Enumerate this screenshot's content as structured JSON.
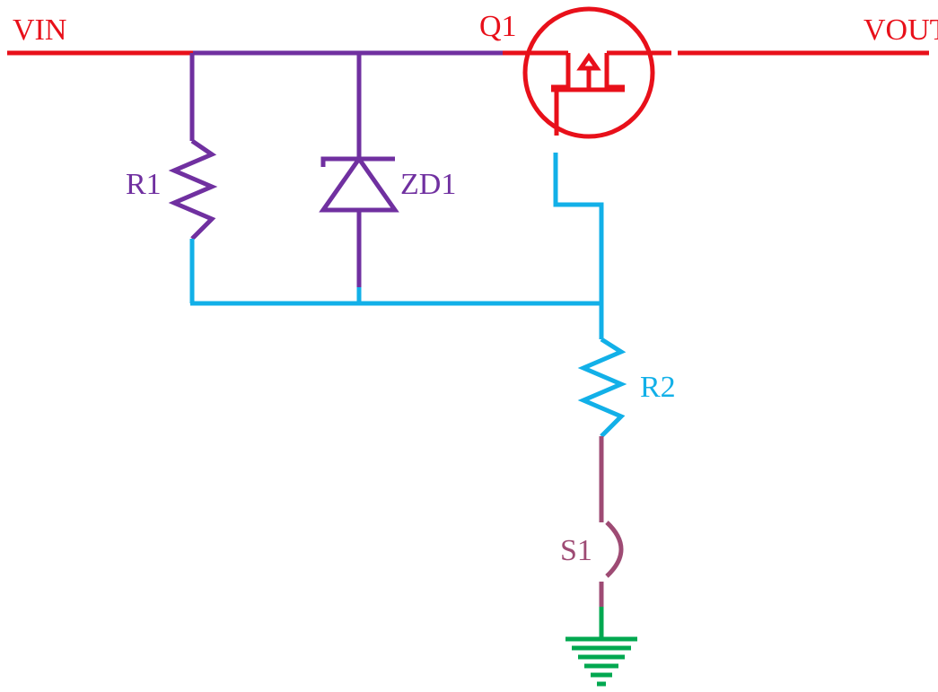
{
  "colors": {
    "red": "#e8101a",
    "purple": "#7030a0",
    "blue": "#12b0e8",
    "mauve": "#9e4b74",
    "green": "#00a850",
    "background": "#ffffff"
  },
  "labels": {
    "vin": "VIN",
    "vout": "VOUT",
    "q1": "Q1",
    "r1": "R1",
    "zd1": "ZD1",
    "r2": "R2",
    "s1": "S1"
  },
  "components": [
    {
      "id": "Q1",
      "kind": "p-channel mosfet",
      "icon": "mosfet-icon"
    },
    {
      "id": "R1",
      "kind": "resistor",
      "icon": "resistor-icon"
    },
    {
      "id": "ZD1",
      "kind": "zener diode",
      "icon": "zener-diode-icon"
    },
    {
      "id": "R2",
      "kind": "resistor",
      "icon": "resistor-icon"
    },
    {
      "id": "S1",
      "kind": "push switch",
      "icon": "switch-icon"
    },
    {
      "id": "GND",
      "kind": "ground",
      "icon": "ground-icon"
    }
  ]
}
